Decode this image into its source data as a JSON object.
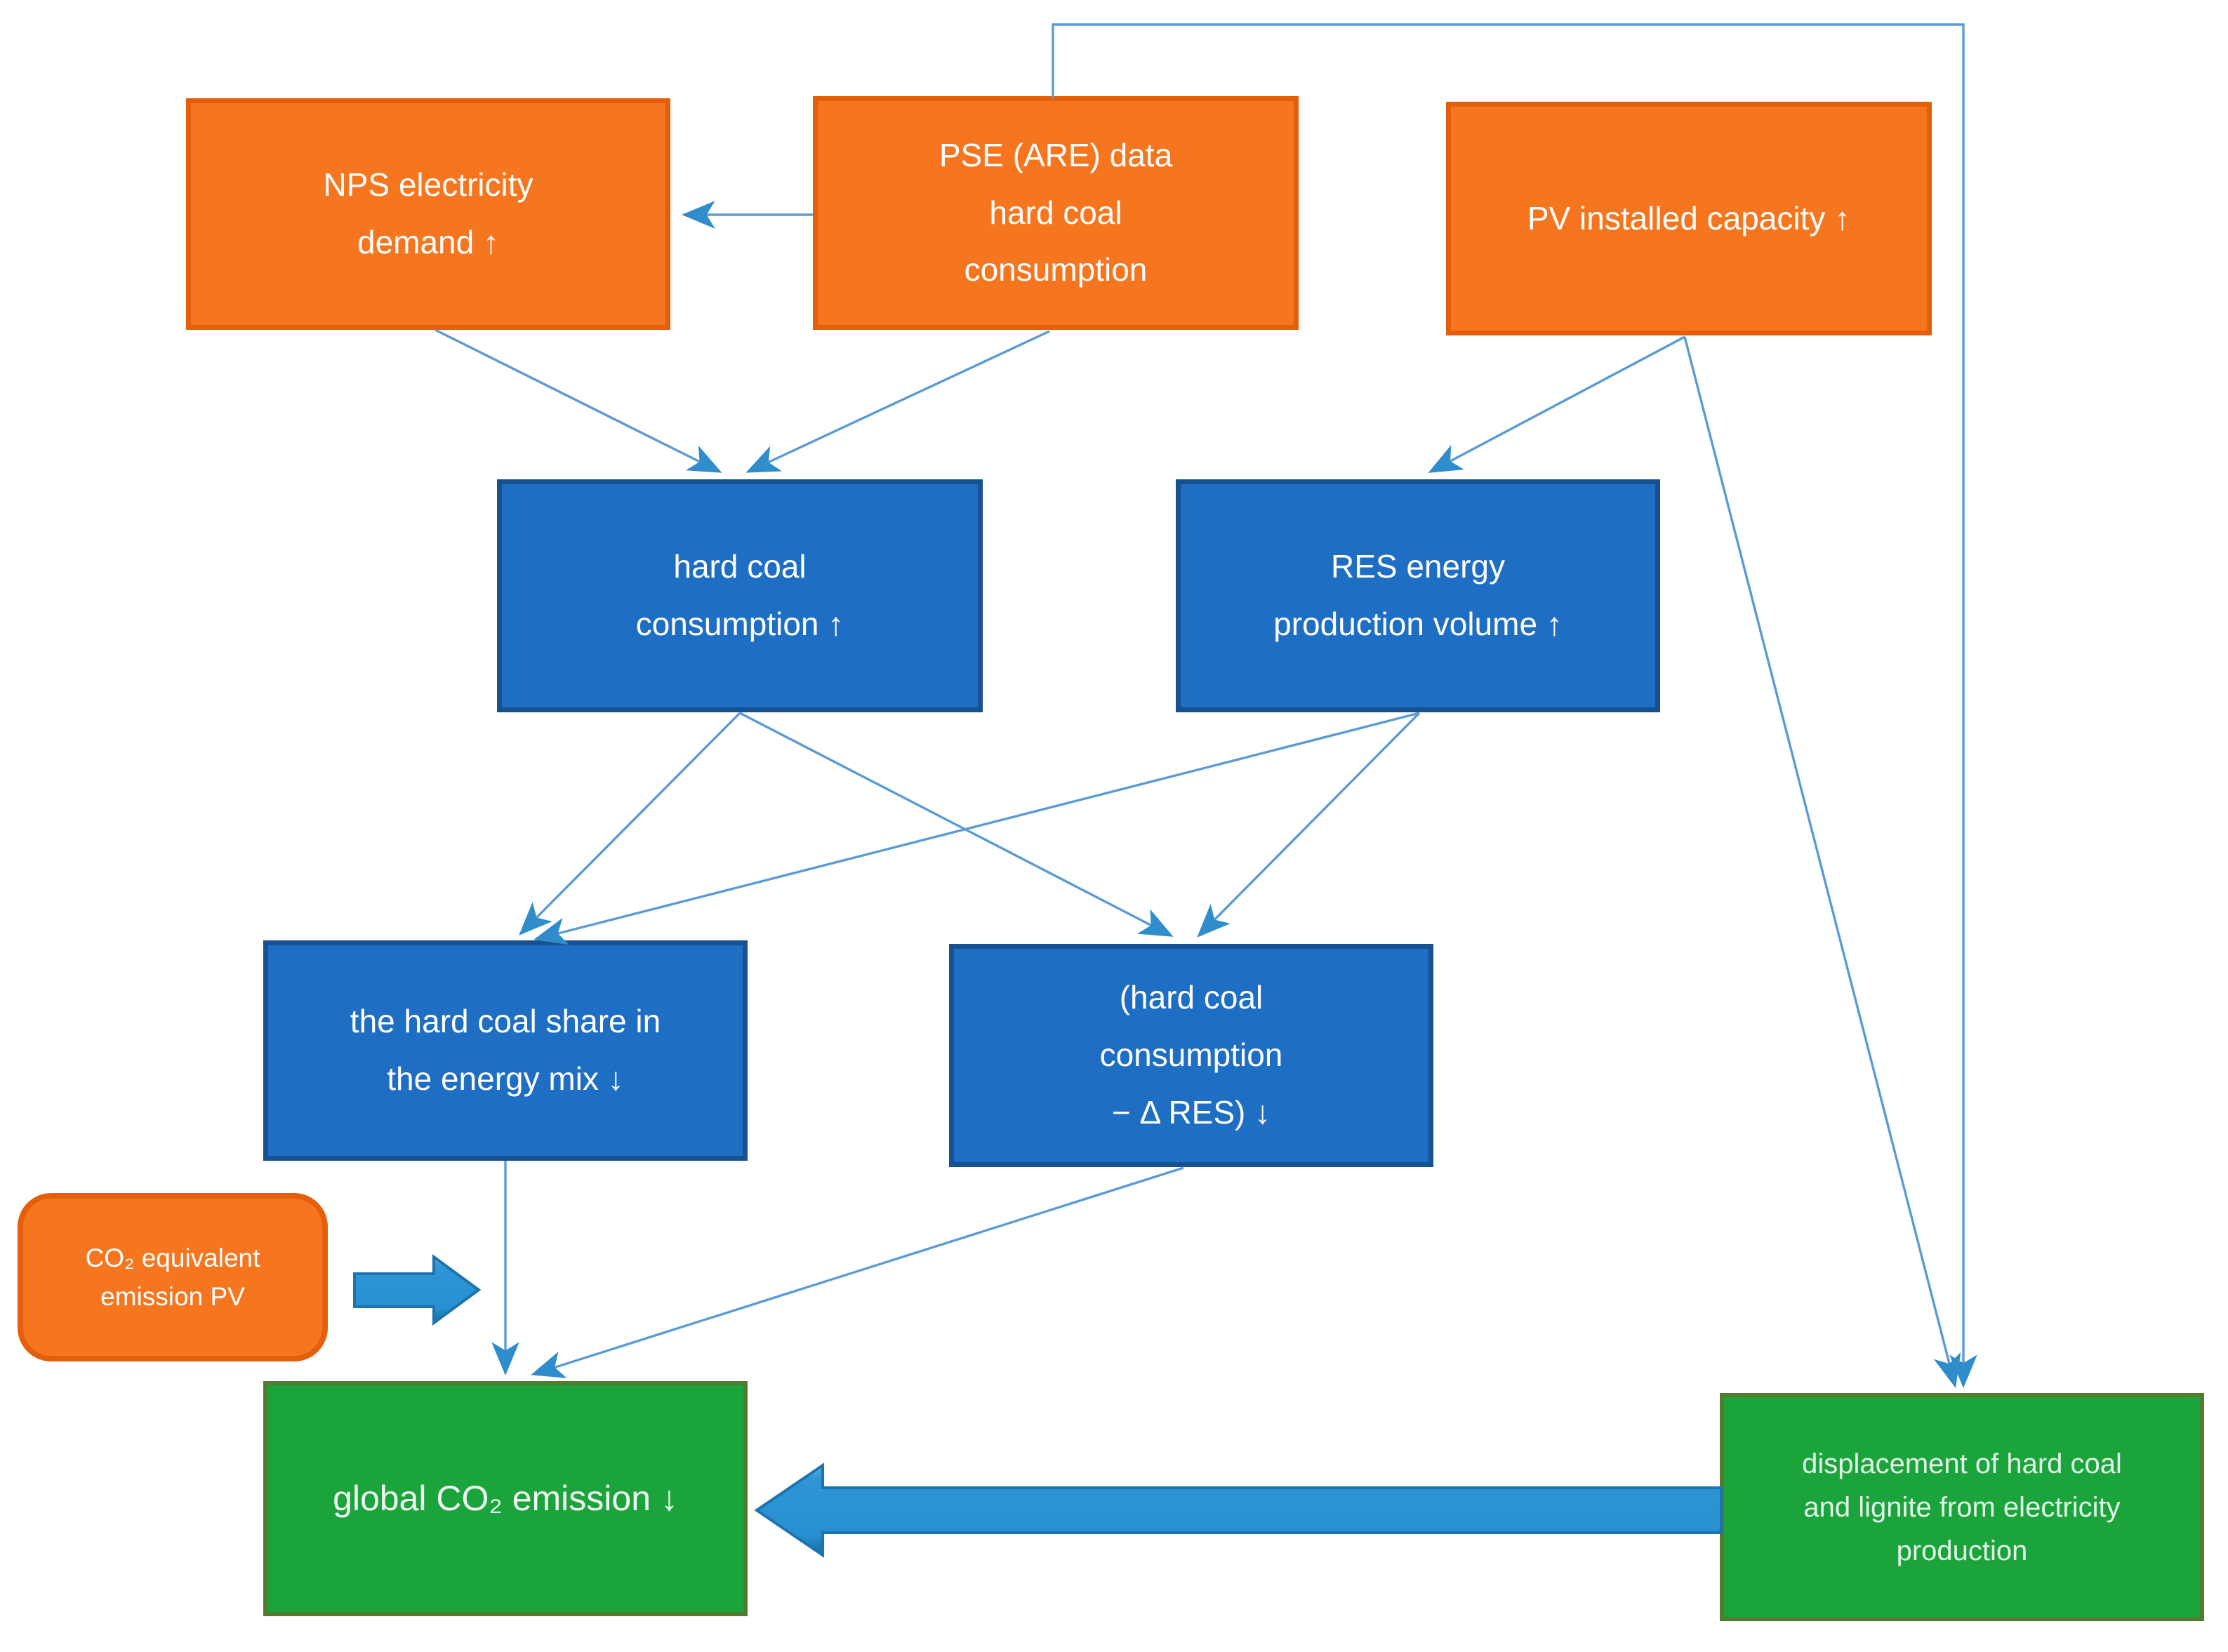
{
  "figure": {
    "kind": "cause-effect flow diagram",
    "background": "#ffffff"
  },
  "colors": {
    "orange-fill": "#F5761F",
    "orange-border": "#E45F0C",
    "blue-fill": "#1E6EC4",
    "blue-border": "#17518F",
    "green-fill": "#1CA43C",
    "green-border": "#507E2E",
    "line-blue": "#5B9BD5",
    "arrowhead-blue": "#2F8DCB",
    "block-arrow-dark": "#1D74AC"
  },
  "nodes": {
    "nps": {
      "label": "NPS electricity\ndemand ↑",
      "color": "orange"
    },
    "pse": {
      "label": "PSE (ARE) data\nhard coal\nconsumption",
      "color": "orange"
    },
    "pv": {
      "label": "PV installed capacity ↑",
      "color": "orange"
    },
    "hcc": {
      "label": "hard coal\nconsumption ↑",
      "color": "blue"
    },
    "res": {
      "label": "RES energy\nproduction volume ↑",
      "color": "blue"
    },
    "share": {
      "label": "the hard coal share in\nthe energy mix ↓",
      "color": "blue"
    },
    "dres": {
      "label": "(hard coal\nconsumption\n− Δ RES) ↓",
      "color": "blue"
    },
    "co2eq": {
      "label": "CO₂ equivalent\nemission PV",
      "color": "orange"
    },
    "global": {
      "label": "global CO₂ emission ↓",
      "color": "green"
    },
    "disp": {
      "label": "displacement of hard coal\nand lignite from electricity\nproduction",
      "color": "green"
    }
  },
  "connectors": [
    {
      "from": "pse",
      "to": "nps"
    },
    {
      "from": "nps",
      "to": "hcc"
    },
    {
      "from": "pse",
      "to": "hcc"
    },
    {
      "from": "pv",
      "to": "res"
    },
    {
      "from": "pv",
      "to": "disp"
    },
    {
      "from": "pse",
      "to": "disp",
      "route": "over-top"
    },
    {
      "from": "hcc",
      "to": "share"
    },
    {
      "from": "hcc",
      "to": "dres"
    },
    {
      "from": "res",
      "to": "share"
    },
    {
      "from": "res",
      "to": "dres"
    },
    {
      "from": "share",
      "to": "global"
    },
    {
      "from": "dres",
      "to": "global"
    },
    {
      "from": "co2eq",
      "to": "global",
      "style": "block-arrow"
    },
    {
      "from": "disp",
      "to": "global",
      "style": "block-arrow"
    }
  ]
}
